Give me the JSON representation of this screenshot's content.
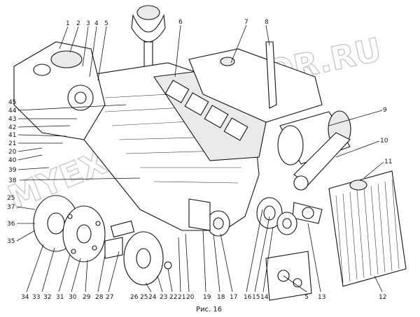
{
  "caption": "Рис. 16",
  "watermark_left": "MYEXCAVATOR.RU",
  "watermark_right": "OR.RU",
  "callouts": [
    {
      "id": "c1",
      "label": "1"
    },
    {
      "id": "c2",
      "label": "2"
    },
    {
      "id": "c3",
      "label": "3"
    },
    {
      "id": "c4",
      "label": "4"
    },
    {
      "id": "c5",
      "label": "5"
    },
    {
      "id": "c6",
      "label": "6"
    },
    {
      "id": "c7",
      "label": "7"
    },
    {
      "id": "c8",
      "label": "8"
    },
    {
      "id": "c9",
      "label": "9"
    },
    {
      "id": "c10",
      "label": "10"
    },
    {
      "id": "c11",
      "label": "11"
    },
    {
      "id": "c12",
      "label": "12"
    },
    {
      "id": "c13",
      "label": "13"
    },
    {
      "id": "c5b",
      "label": "5"
    },
    {
      "id": "c14",
      "label": "14"
    },
    {
      "id": "c15",
      "label": "15"
    },
    {
      "id": "c16",
      "label": "16"
    },
    {
      "id": "c17",
      "label": "17"
    },
    {
      "id": "c18",
      "label": "18"
    },
    {
      "id": "c19",
      "label": "19"
    },
    {
      "id": "c20",
      "label": "20"
    },
    {
      "id": "c21",
      "label": "21"
    },
    {
      "id": "c22",
      "label": "22"
    },
    {
      "id": "c23",
      "label": "23"
    },
    {
      "id": "c24",
      "label": "24"
    },
    {
      "id": "c25",
      "label": "25"
    },
    {
      "id": "c26",
      "label": "26"
    },
    {
      "id": "c27",
      "label": "27"
    },
    {
      "id": "c28",
      "label": "28"
    },
    {
      "id": "c29",
      "label": "29"
    },
    {
      "id": "c30",
      "label": "30"
    },
    {
      "id": "c31",
      "label": "31"
    },
    {
      "id": "c32",
      "label": "32"
    },
    {
      "id": "c33",
      "label": "33"
    },
    {
      "id": "c34",
      "label": "34"
    },
    {
      "id": "c35",
      "label": "35"
    },
    {
      "id": "c36",
      "label": "36"
    },
    {
      "id": "c37",
      "label": "37"
    },
    {
      "id": "c25b",
      "label": "25"
    },
    {
      "id": "c38",
      "label": "38"
    },
    {
      "id": "c39",
      "label": "39"
    },
    {
      "id": "c40",
      "label": "40"
    },
    {
      "id": "c20b",
      "label": "20"
    },
    {
      "id": "c21b",
      "label": "21"
    },
    {
      "id": "c41",
      "label": "41"
    },
    {
      "id": "c42",
      "label": "42"
    },
    {
      "id": "c43",
      "label": "43"
    },
    {
      "id": "c44",
      "label": "44"
    },
    {
      "id": "c45",
      "label": "45"
    }
  ]
}
